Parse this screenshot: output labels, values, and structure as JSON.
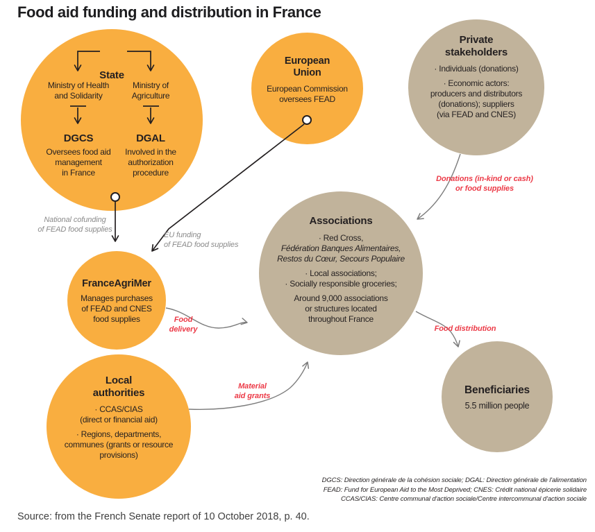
{
  "title": "Food aid funding and distribution in France",
  "colors": {
    "orange": "#F9AE40",
    "tan": "#C1B39B",
    "red_label": "#EC3A47",
    "gray_label": "#8A8A8A",
    "ink": "#231F20",
    "arrow_gray": "#7C7C7C"
  },
  "nodes": {
    "state": {
      "heading": "State",
      "left": {
        "ministry": [
          "Ministry of Health",
          "and Solidarity"
        ],
        "org": "DGCS",
        "desc": [
          "Oversees food aid",
          "management",
          "in France"
        ]
      },
      "right": {
        "ministry": [
          "Ministry of",
          "Agriculture"
        ],
        "org": "DGAL",
        "desc": [
          "Involved in the",
          "authorization",
          "procedure"
        ]
      }
    },
    "european_union": {
      "heading": [
        "European",
        "Union"
      ],
      "body": [
        "European Commission",
        "oversees FEAD"
      ]
    },
    "private_stakeholders": {
      "heading": [
        "Private",
        "stakeholders"
      ],
      "lines": [
        "· Individuals (donations)",
        "· Economic actors:",
        "producers and distributors",
        "(donations); suppliers",
        "(via FEAD and CNES)"
      ]
    },
    "franceagrimer": {
      "heading": "FranceAgriMer",
      "body": [
        "Manages purchases",
        "of FEAD and CNES",
        "food supplies"
      ]
    },
    "associations": {
      "heading": "Associations",
      "lines": [
        "· Red Cross,",
        "Fédération Banques Alimentaires,",
        "Restos du Cœur, Secours Populaire",
        "· Local associations;",
        "· Socially responsible groceries;",
        "Around 9,000 associations",
        "or structures located",
        "throughout France"
      ]
    },
    "local_authorities": {
      "heading": [
        "Local",
        "authorities"
      ],
      "lines": [
        "· CCAS/CIAS",
        "(direct or financial aid)",
        "· Regions, departments,",
        "communes (grants or resource",
        "provisions)"
      ]
    },
    "beneficiaries": {
      "heading": "Beneficiaries",
      "body": "5.5 million people"
    }
  },
  "edge_labels": {
    "national_cofunding": [
      "National cofunding",
      "of FEAD food supplies"
    ],
    "eu_funding": [
      "EU funding",
      "of FEAD food supplies"
    ],
    "donations": [
      "Donations (in-kind or cash)",
      "or food supplies"
    ],
    "food_delivery": [
      "Food",
      "delivery"
    ],
    "material_aid": [
      "Material",
      "aid grants"
    ],
    "food_distribution": "Food distribution"
  },
  "footnotes": [
    "DGCS: Direction générale de la cohésion sociale; DGAL: Direction générale de l'alimentation",
    "FEAD: Fund for European Aid to the Most Deprived; CNES: Crédit national épicerie solidaire",
    "CCAS/CIAS: Centre communal d'action sociale/Centre intercommunal d'action sociale"
  ],
  "source": "Source: from the French Senate report of 10 October 2018, p. 40."
}
